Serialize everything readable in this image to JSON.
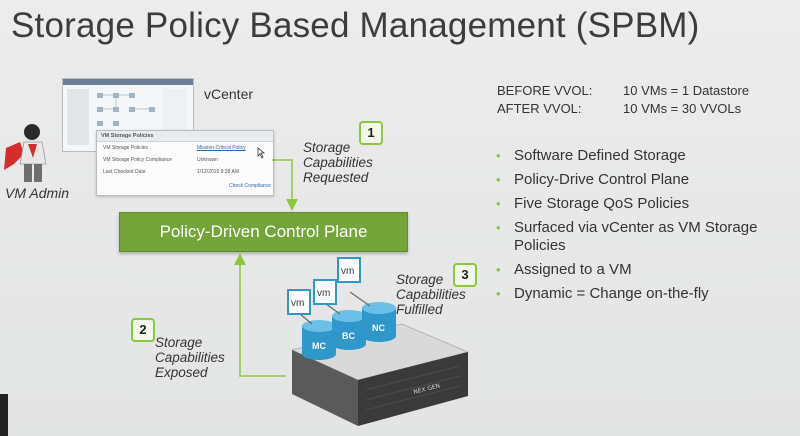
{
  "title": "Storage Policy Based Management (SPBM)",
  "vcenter_label": "vCenter",
  "vm_admin_label": "VM Admin",
  "control_plane": "Policy-Driven Control Plane",
  "steps": [
    {
      "number": "1",
      "lines": [
        "Storage",
        "Capabilities",
        "Requested"
      ]
    },
    {
      "number": "2",
      "lines": [
        "Storage",
        "Capabilities",
        "Exposed"
      ]
    },
    {
      "number": "3",
      "lines": [
        "Storage",
        "Capabilities",
        "Fulfilled"
      ]
    }
  ],
  "ratios": [
    {
      "label": "BEFORE VVOL:",
      "value": "10 VMs = 1 Datastore"
    },
    {
      "label": "AFTER VVOL:",
      "value": "10 VMs = 30 VVOLs"
    }
  ],
  "bullets": [
    "Software Defined Storage",
    "Policy-Drive Control Plane",
    "Five Storage QoS Policies",
    "Surfaced via vCenter as VM Storage Policies",
    "Assigned to a VM",
    "Dynamic = Change on-the-fly"
  ],
  "vm_storage_panel": {
    "header": "VM Storage Policies",
    "rows": [
      {
        "label": "VM Storage Policies",
        "value": "Mission-Critical Policy"
      },
      {
        "label": "VM Storage Policy Compliance",
        "value": "Unknown"
      },
      {
        "label": "Last Checked Date",
        "value": "1/12/2015 9:38 AM"
      }
    ],
    "link": "Check Compliance"
  },
  "vm_tags": [
    "vm",
    "vm",
    "vm"
  ],
  "disks": [
    "MC",
    "BC",
    "NC"
  ],
  "appliance_logo": "NEX GEN",
  "colors": {
    "accent": "#8dc63f",
    "control_plane": "#74a53a",
    "disk": "#2f97c9"
  }
}
